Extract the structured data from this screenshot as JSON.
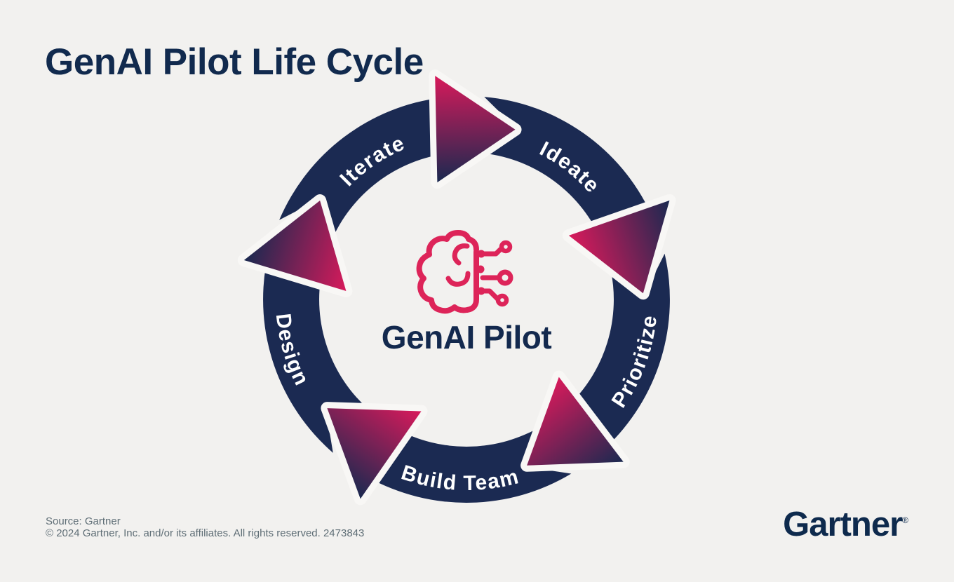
{
  "title": "GenAI Pilot Life Cycle",
  "diagram": {
    "center_label": "GenAI Pilot",
    "center_icon": "ai-brain-circuit-icon",
    "stages": [
      {
        "label": "Iterate"
      },
      {
        "label": "Ideate"
      },
      {
        "label": "Prioritize"
      },
      {
        "label": "Build Team"
      },
      {
        "label": "Design"
      }
    ],
    "colors": {
      "ring_navy": "#1B2A52",
      "arrow_pink": "#D81A5B",
      "arrow_navy": "#1A2950",
      "stage_text": "#FFFFFF",
      "center_text": "#13294E",
      "icon_pink": "#DD2459",
      "background": "#F2F1EF"
    }
  },
  "footer": {
    "source": "Source: Gartner",
    "copyright": "© 2024 Gartner, Inc. and/or its affiliates. All rights reserved. 2473843"
  },
  "logo": {
    "text": "Gartner",
    "registered": "®"
  }
}
